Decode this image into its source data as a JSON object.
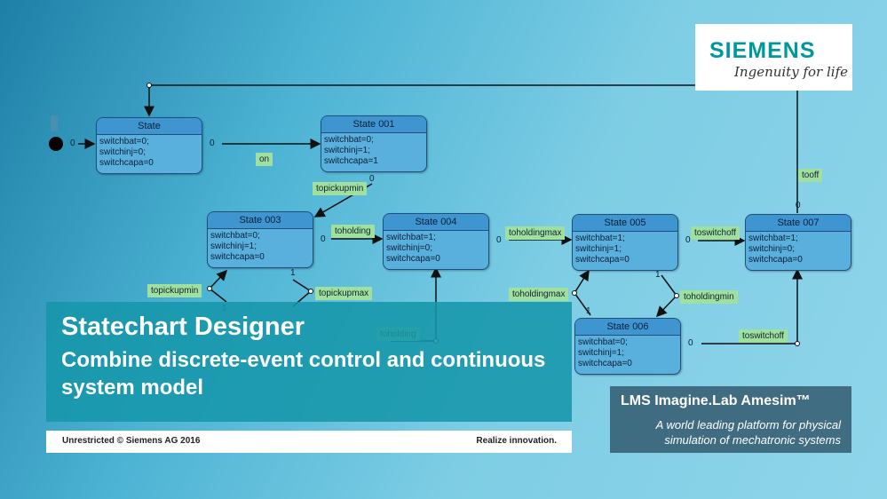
{
  "diagram": {
    "states": [
      {
        "name": "State",
        "actions": [
          "switchbat=0;",
          "switchinj=0;",
          "switchcapa=0"
        ]
      },
      {
        "name": "State 001",
        "actions": [
          "switchbat=0;",
          "switchinj=1;",
          "switchcapa=1"
        ]
      },
      {
        "name": "State 003",
        "actions": [
          "switchbat=0;",
          "switchinj=1;",
          "switchcapa=0"
        ]
      },
      {
        "name": "State 004",
        "actions": [
          "switchbat=1;",
          "switchinj=0;",
          "switchcapa=0"
        ]
      },
      {
        "name": "State 005",
        "actions": [
          "switchbat=1;",
          "switchinj=1;",
          "switchcapa=0"
        ]
      },
      {
        "name": "State 006",
        "actions": [
          "switchbat=0;",
          "switchinj=1;",
          "switchcapa=0"
        ]
      },
      {
        "name": "State 007",
        "actions": [
          "switchbat=1;",
          "switchinj=0;",
          "switchcapa=0"
        ]
      }
    ],
    "transitions": [
      "on",
      "topickupmin",
      "toholding",
      "toholdingmax",
      "toswitchoff",
      "tooff",
      "topickupmin",
      "topickupmax",
      "toholdingmax",
      "toholdingmin",
      "toswitchoff",
      "toholding"
    ],
    "priorities": [
      "0",
      "0",
      "0",
      "0",
      "0",
      "0",
      "0",
      "1",
      "1",
      "1",
      "0",
      "1"
    ]
  },
  "logo": {
    "brand": "SIEMENS",
    "tagline": "Ingenuity for life"
  },
  "hero": {
    "title": "Statechart Designer",
    "subtitle": "Combine discrete-event control and continuous system model"
  },
  "footer": {
    "left": "Unrestricted © Siemens AG 2016",
    "right": "Realize innovation."
  },
  "product": {
    "name": "LMS Imagine.Lab Amesim™",
    "description": "A world leading platform for physical simulation of mechatronic systems"
  },
  "colors": {
    "state_fill": "#5ab0dc",
    "state_header": "#3e95cf",
    "label_fill": "#9fe09f",
    "hero_bg": "#1696aa",
    "brand_teal": "#009999"
  }
}
